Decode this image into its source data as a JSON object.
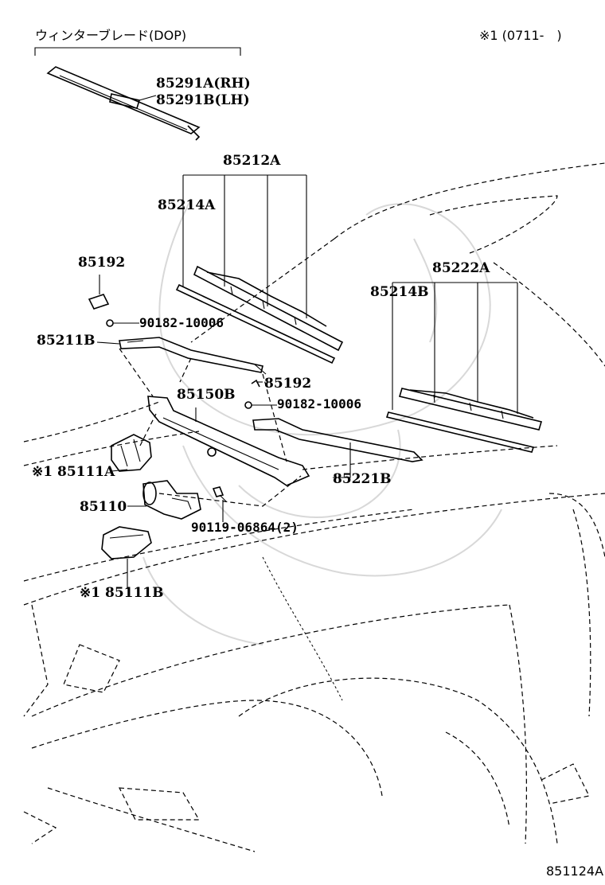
{
  "header": {
    "group_label": "ウィンターブレード(DOP)",
    "note": "※1 (0711-　)"
  },
  "labels": {
    "p85291a": "85291A(RH)",
    "p85291b": "85291B(LH)",
    "p85212a": "85212A",
    "p85214a": "85214A",
    "p85192_top": "85192",
    "p90182_top": "90182-10006",
    "p85211b": "85211B",
    "p85192_mid": "85192",
    "p85150b": "85150B",
    "p90182_mid": "90182-10006",
    "p85222a": "85222A",
    "p85214b": "85214B",
    "p85111a": "※1 85111A",
    "p85110": "85110",
    "p90119": "90119-06864(2)",
    "p85221b": "85221B",
    "p85111b": "※1 85111B"
  },
  "footer": {
    "figure_id": "851124A"
  }
}
